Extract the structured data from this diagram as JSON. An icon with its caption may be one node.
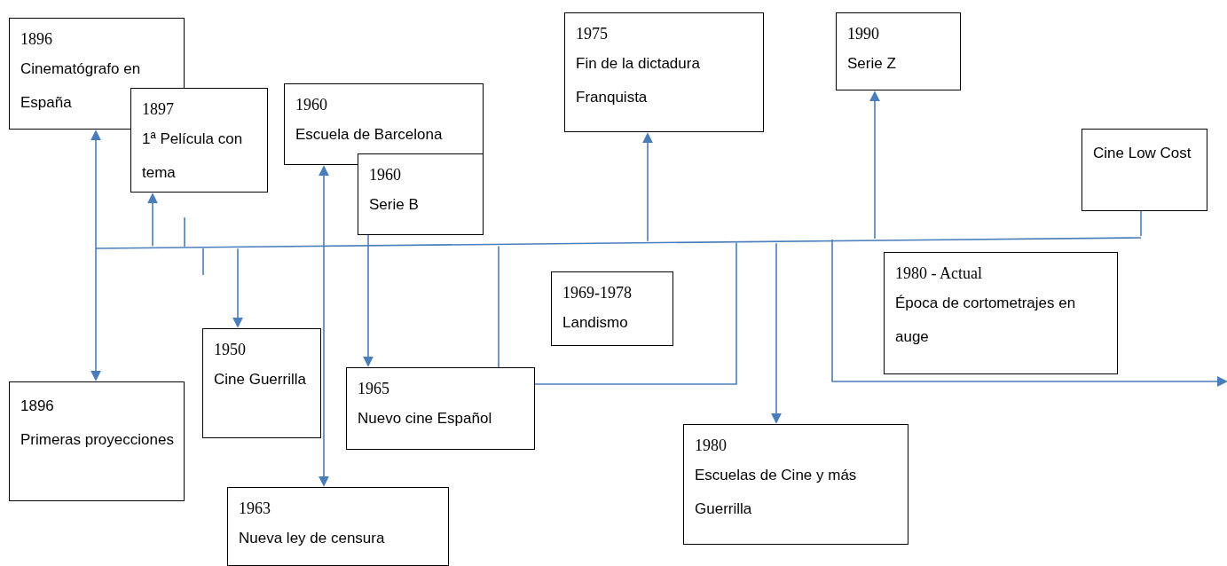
{
  "diagram": {
    "nodes": [
      {
        "text": [
          "1896",
          "Cinematógrafo en España"
        ]
      },
      {
        "text": [
          "1897",
          "1ª Película con tema"
        ]
      },
      {
        "text": [
          "1960",
          "Escuela de Barcelona"
        ]
      },
      {
        "text": [
          "1960",
          "Serie B"
        ]
      },
      {
        "text": [
          "1975",
          "Fin de la dictadura Franquista"
        ]
      },
      {
        "text": [
          "1990",
          "Serie Z"
        ]
      },
      {
        "text": [
          "Cine Low Cost"
        ]
      },
      {
        "text": [
          "1980 - Actual",
          "Época de cortometrajes en auge"
        ]
      },
      {
        "text": [
          "1969-1978",
          "Landismo"
        ]
      },
      {
        "text": [
          "1950",
          "Cine Guerrilla"
        ]
      },
      {
        "text": [
          "1965",
          "Nuevo cine Español"
        ]
      },
      {
        "text": [
          "1896",
          "Primeras proyecciones"
        ]
      },
      {
        "text": [
          "1980",
          "Escuelas de Cine y más Guerrilla"
        ]
      },
      {
        "text": [
          "1963",
          "Nueva ley de censura"
        ]
      }
    ],
    "edges": [
      {
        "from": 0,
        "to": 11,
        "arrow": "both"
      },
      {
        "from": null,
        "to": 1,
        "arrow": "to"
      },
      {
        "from": null,
        "to": 9,
        "arrow": "to"
      },
      {
        "from": 2,
        "to": 13,
        "arrow": "both"
      },
      {
        "from": 3,
        "to": 10,
        "arrow": "to"
      },
      {
        "from": null,
        "to": 10,
        "arrow": "none"
      },
      {
        "from": 10,
        "to": null,
        "arrow": "none"
      },
      {
        "from": null,
        "to": 4,
        "arrow": "to"
      },
      {
        "from": null,
        "to": 12,
        "arrow": "to"
      },
      {
        "from": null,
        "to": 5,
        "arrow": "to"
      },
      {
        "from": 6,
        "to": null,
        "arrow": "none"
      }
    ]
  }
}
